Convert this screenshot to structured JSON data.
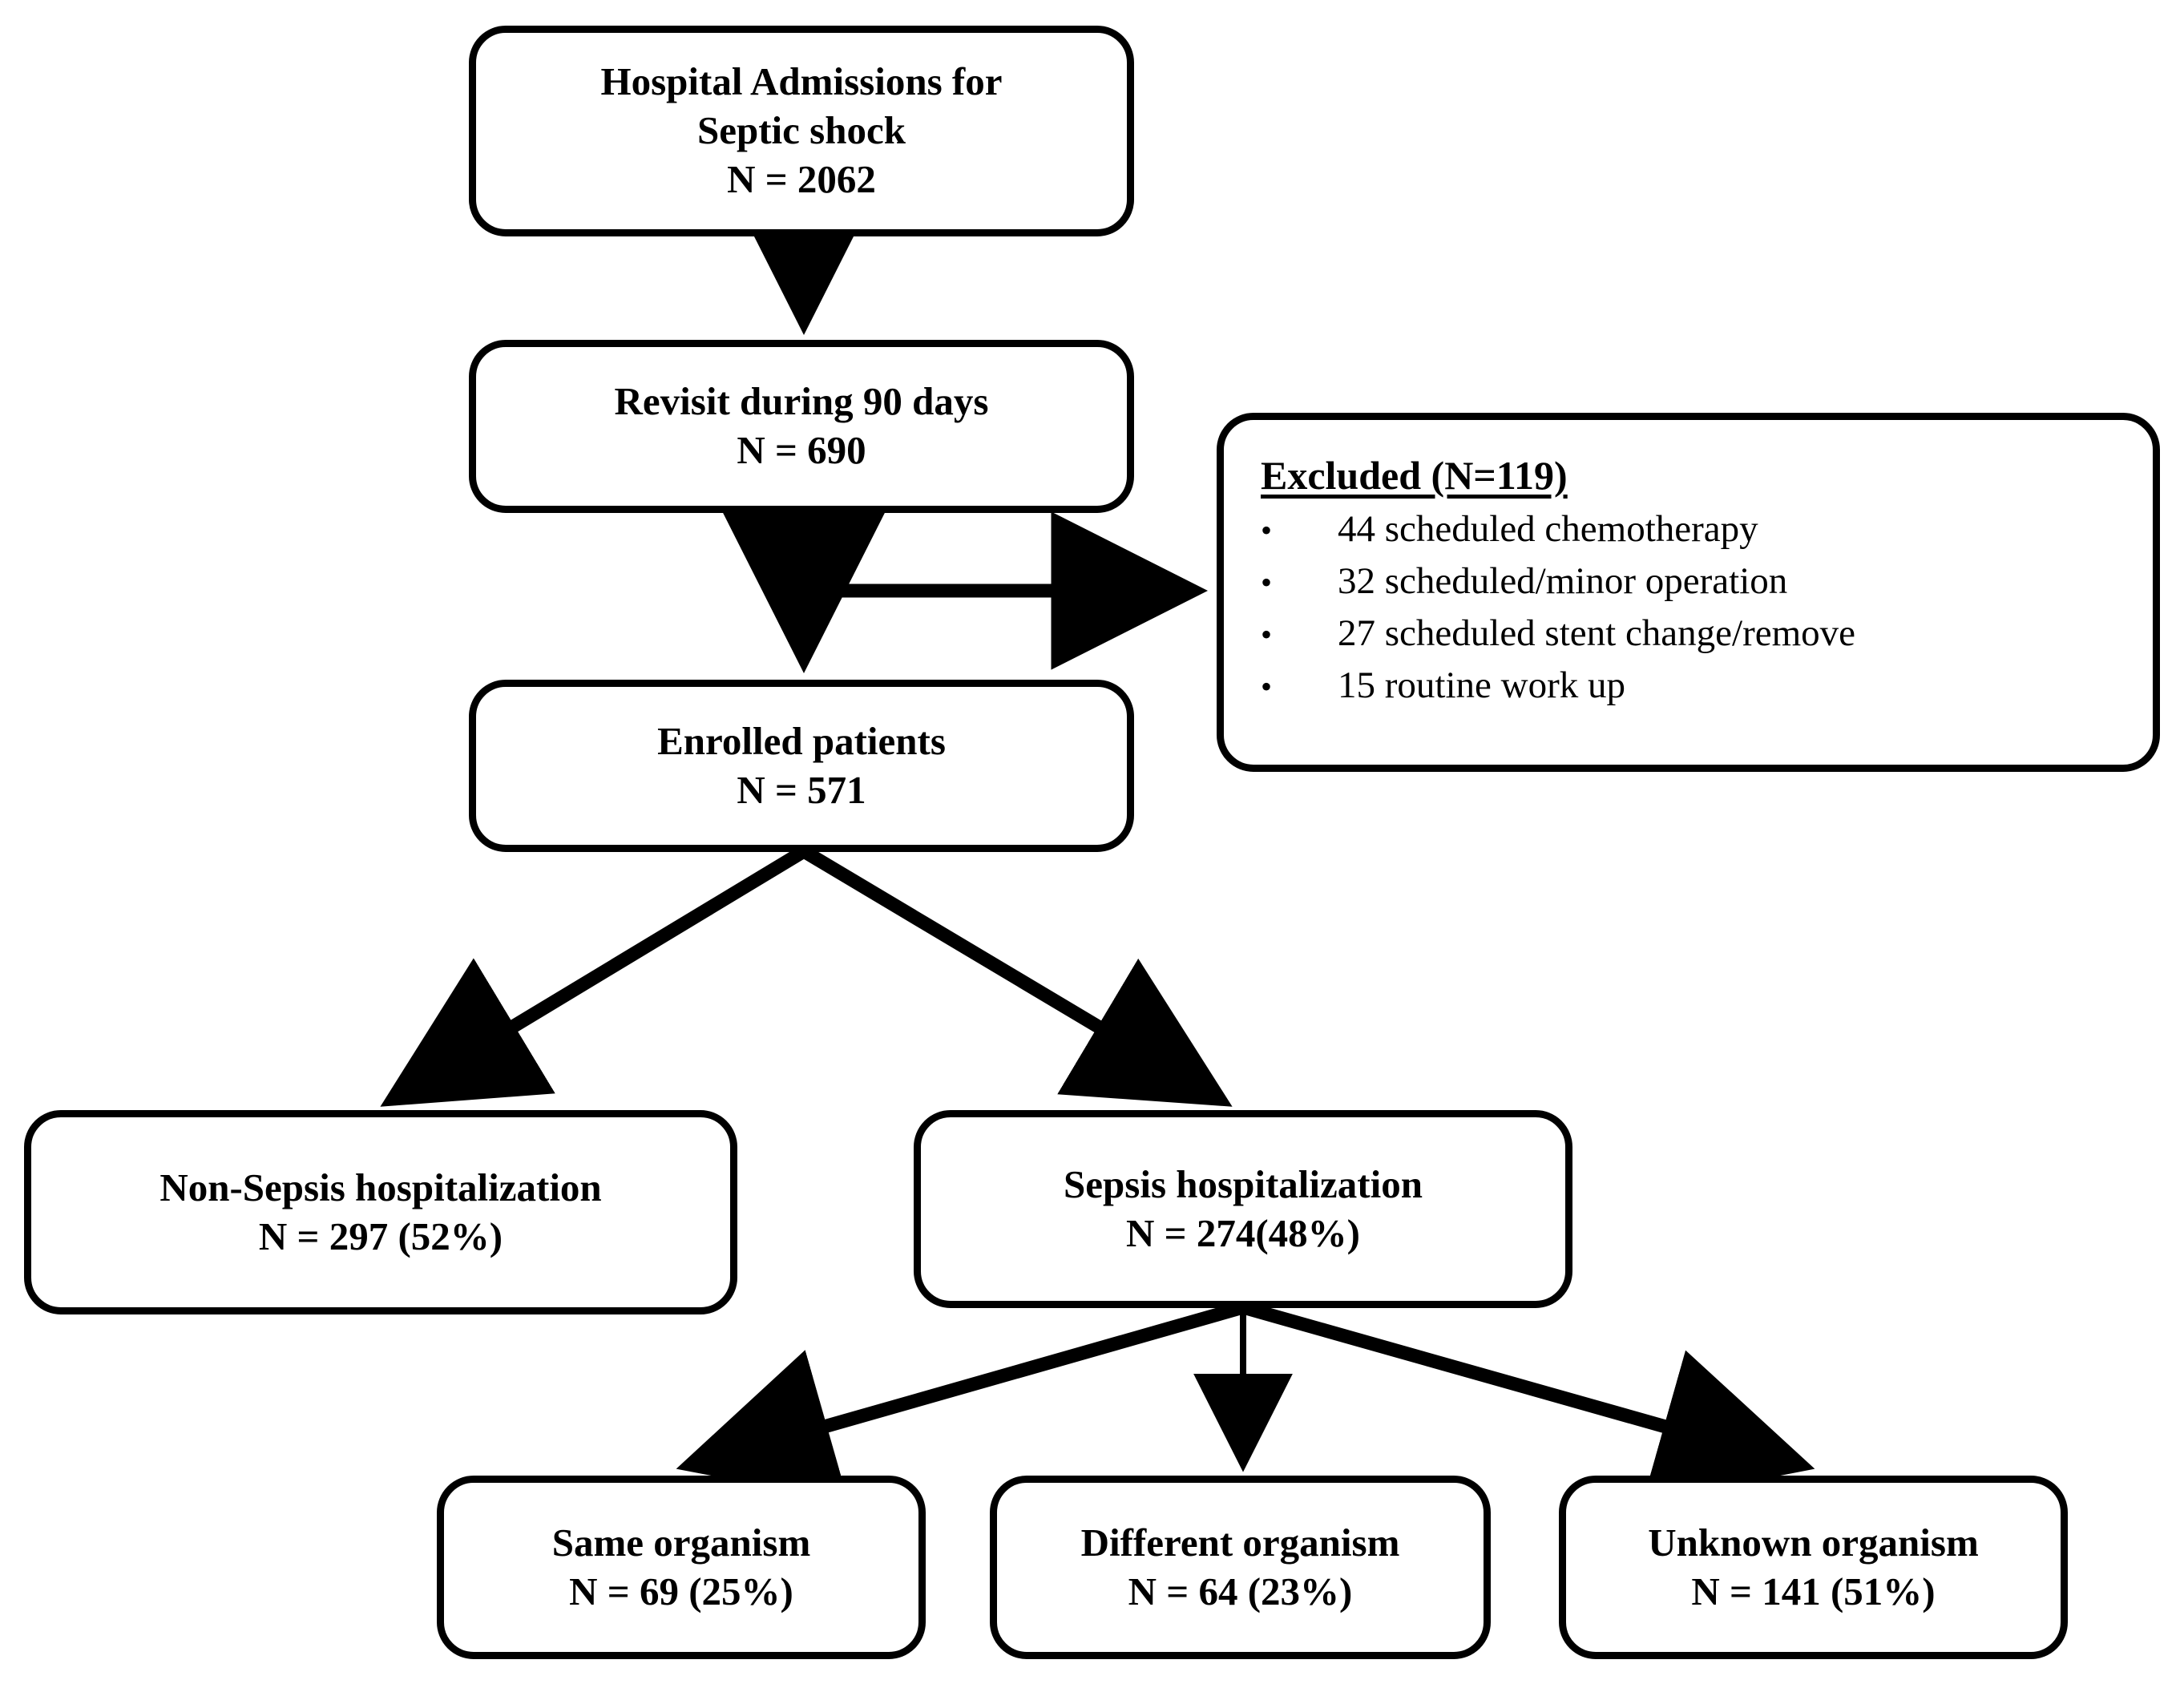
{
  "diagram": {
    "title": "Patient flow diagram: hospital admissions for septic shock",
    "type": "flowchart",
    "stroke_color": "#000000",
    "background_color": "#ffffff"
  },
  "nodes": {
    "admissions": {
      "line1": "Hospital Admissions for",
      "line2": "Septic shock",
      "line3": "N = 2062"
    },
    "revisit": {
      "line1": "Revisit during 90 days",
      "line2": "N = 690"
    },
    "enrolled": {
      "line1": "Enrolled patients",
      "line2": "N = 571"
    },
    "non_sepsis": {
      "line1": "Non-Sepsis hospitalization",
      "line2": "N = 297 (52%)"
    },
    "sepsis": {
      "line1": "Sepsis hospitalization",
      "line2": "N = 274(48%)"
    },
    "same_organism": {
      "line1": "Same organism",
      "line2": "N = 69 (25%)"
    },
    "different_organism": {
      "line1": "Different organism",
      "line2": "N = 64 (23%)"
    },
    "unknown_organism": {
      "line1": "Unknown organism",
      "line2": "N = 141 (51%)"
    }
  },
  "excluded": {
    "title": "Excluded (N=119)",
    "bullet_glyph": "•",
    "items": [
      "44 scheduled chemotherapy",
      "32 scheduled/minor operation",
      "27 scheduled stent change/remove",
      "15 routine work up"
    ]
  }
}
